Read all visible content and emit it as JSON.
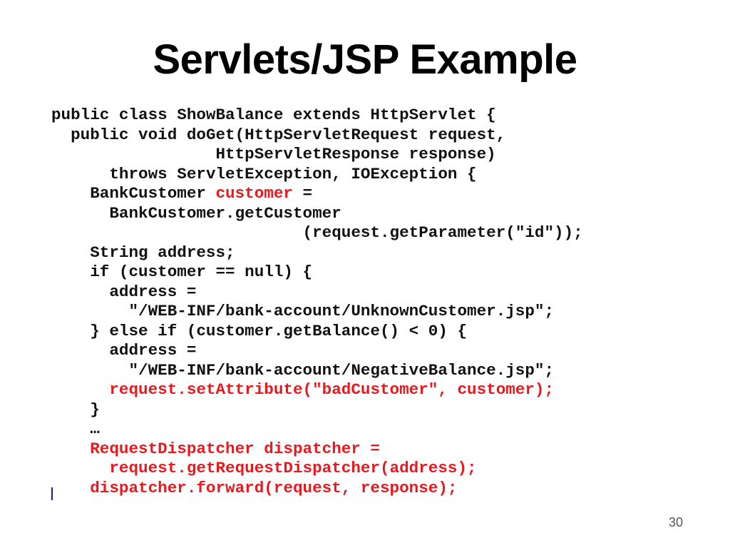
{
  "slide": {
    "title": "Servlets/JSP Example",
    "page_number": "30",
    "colors": {
      "text": "#111111",
      "highlight": "#e8191e",
      "accent": "#1c1c7a"
    }
  },
  "code": [
    {
      "indent": "",
      "segments": [
        {
          "text": "public class ShowBalance extends HttpServlet {",
          "red": false
        }
      ]
    },
    {
      "indent": "  ",
      "segments": [
        {
          "text": "public void doGet(HttpServletRequest request,",
          "red": false
        }
      ]
    },
    {
      "indent": "                 ",
      "segments": [
        {
          "text": "HttpServletResponse response)",
          "red": false
        }
      ]
    },
    {
      "indent": "      ",
      "segments": [
        {
          "text": "throws ServletException, IOException {",
          "red": false
        }
      ]
    },
    {
      "indent": "    ",
      "segments": [
        {
          "text": "BankCustomer ",
          "red": false
        },
        {
          "text": "customer",
          "red": true
        },
        {
          "text": " =",
          "red": false
        }
      ]
    },
    {
      "indent": "      ",
      "segments": [
        {
          "text": "BankCustomer.getCustomer",
          "red": false
        }
      ]
    },
    {
      "indent": "                          ",
      "segments": [
        {
          "text": "(request.getParameter(\"id\"));",
          "red": false
        }
      ]
    },
    {
      "indent": "    ",
      "segments": [
        {
          "text": "String address;",
          "red": false
        }
      ]
    },
    {
      "indent": "    ",
      "segments": [
        {
          "text": "if (customer == null) {",
          "red": false
        }
      ]
    },
    {
      "indent": "      ",
      "segments": [
        {
          "text": "address =",
          "red": false
        }
      ]
    },
    {
      "indent": "        ",
      "segments": [
        {
          "text": "\"/WEB-INF/bank-account/UnknownCustomer.jsp\";",
          "red": false
        }
      ]
    },
    {
      "indent": "    ",
      "segments": [
        {
          "text": "} else if (customer.getBalance() < 0) {",
          "red": false
        }
      ]
    },
    {
      "indent": "      ",
      "segments": [
        {
          "text": "address =",
          "red": false
        }
      ]
    },
    {
      "indent": "        ",
      "segments": [
        {
          "text": "\"/WEB-INF/bank-account/NegativeBalance.jsp\";",
          "red": false
        }
      ]
    },
    {
      "indent": "      ",
      "segments": [
        {
          "text": "request.setAttribute(\"badCustomer\", customer);",
          "red": true
        }
      ]
    },
    {
      "indent": "    ",
      "segments": [
        {
          "text": "}",
          "red": false
        }
      ]
    },
    {
      "indent": "    ",
      "segments": [
        {
          "text": "…",
          "red": false
        }
      ]
    },
    {
      "indent": "    ",
      "segments": [
        {
          "text": "RequestDispatcher dispatcher =",
          "red": true
        }
      ]
    },
    {
      "indent": "      ",
      "segments": [
        {
          "text": "request.getRequestDispatcher(address);",
          "red": true
        }
      ]
    },
    {
      "indent": "    ",
      "segments": [
        {
          "text": "dispatcher.forward(request, response);",
          "red": true
        }
      ]
    }
  ]
}
